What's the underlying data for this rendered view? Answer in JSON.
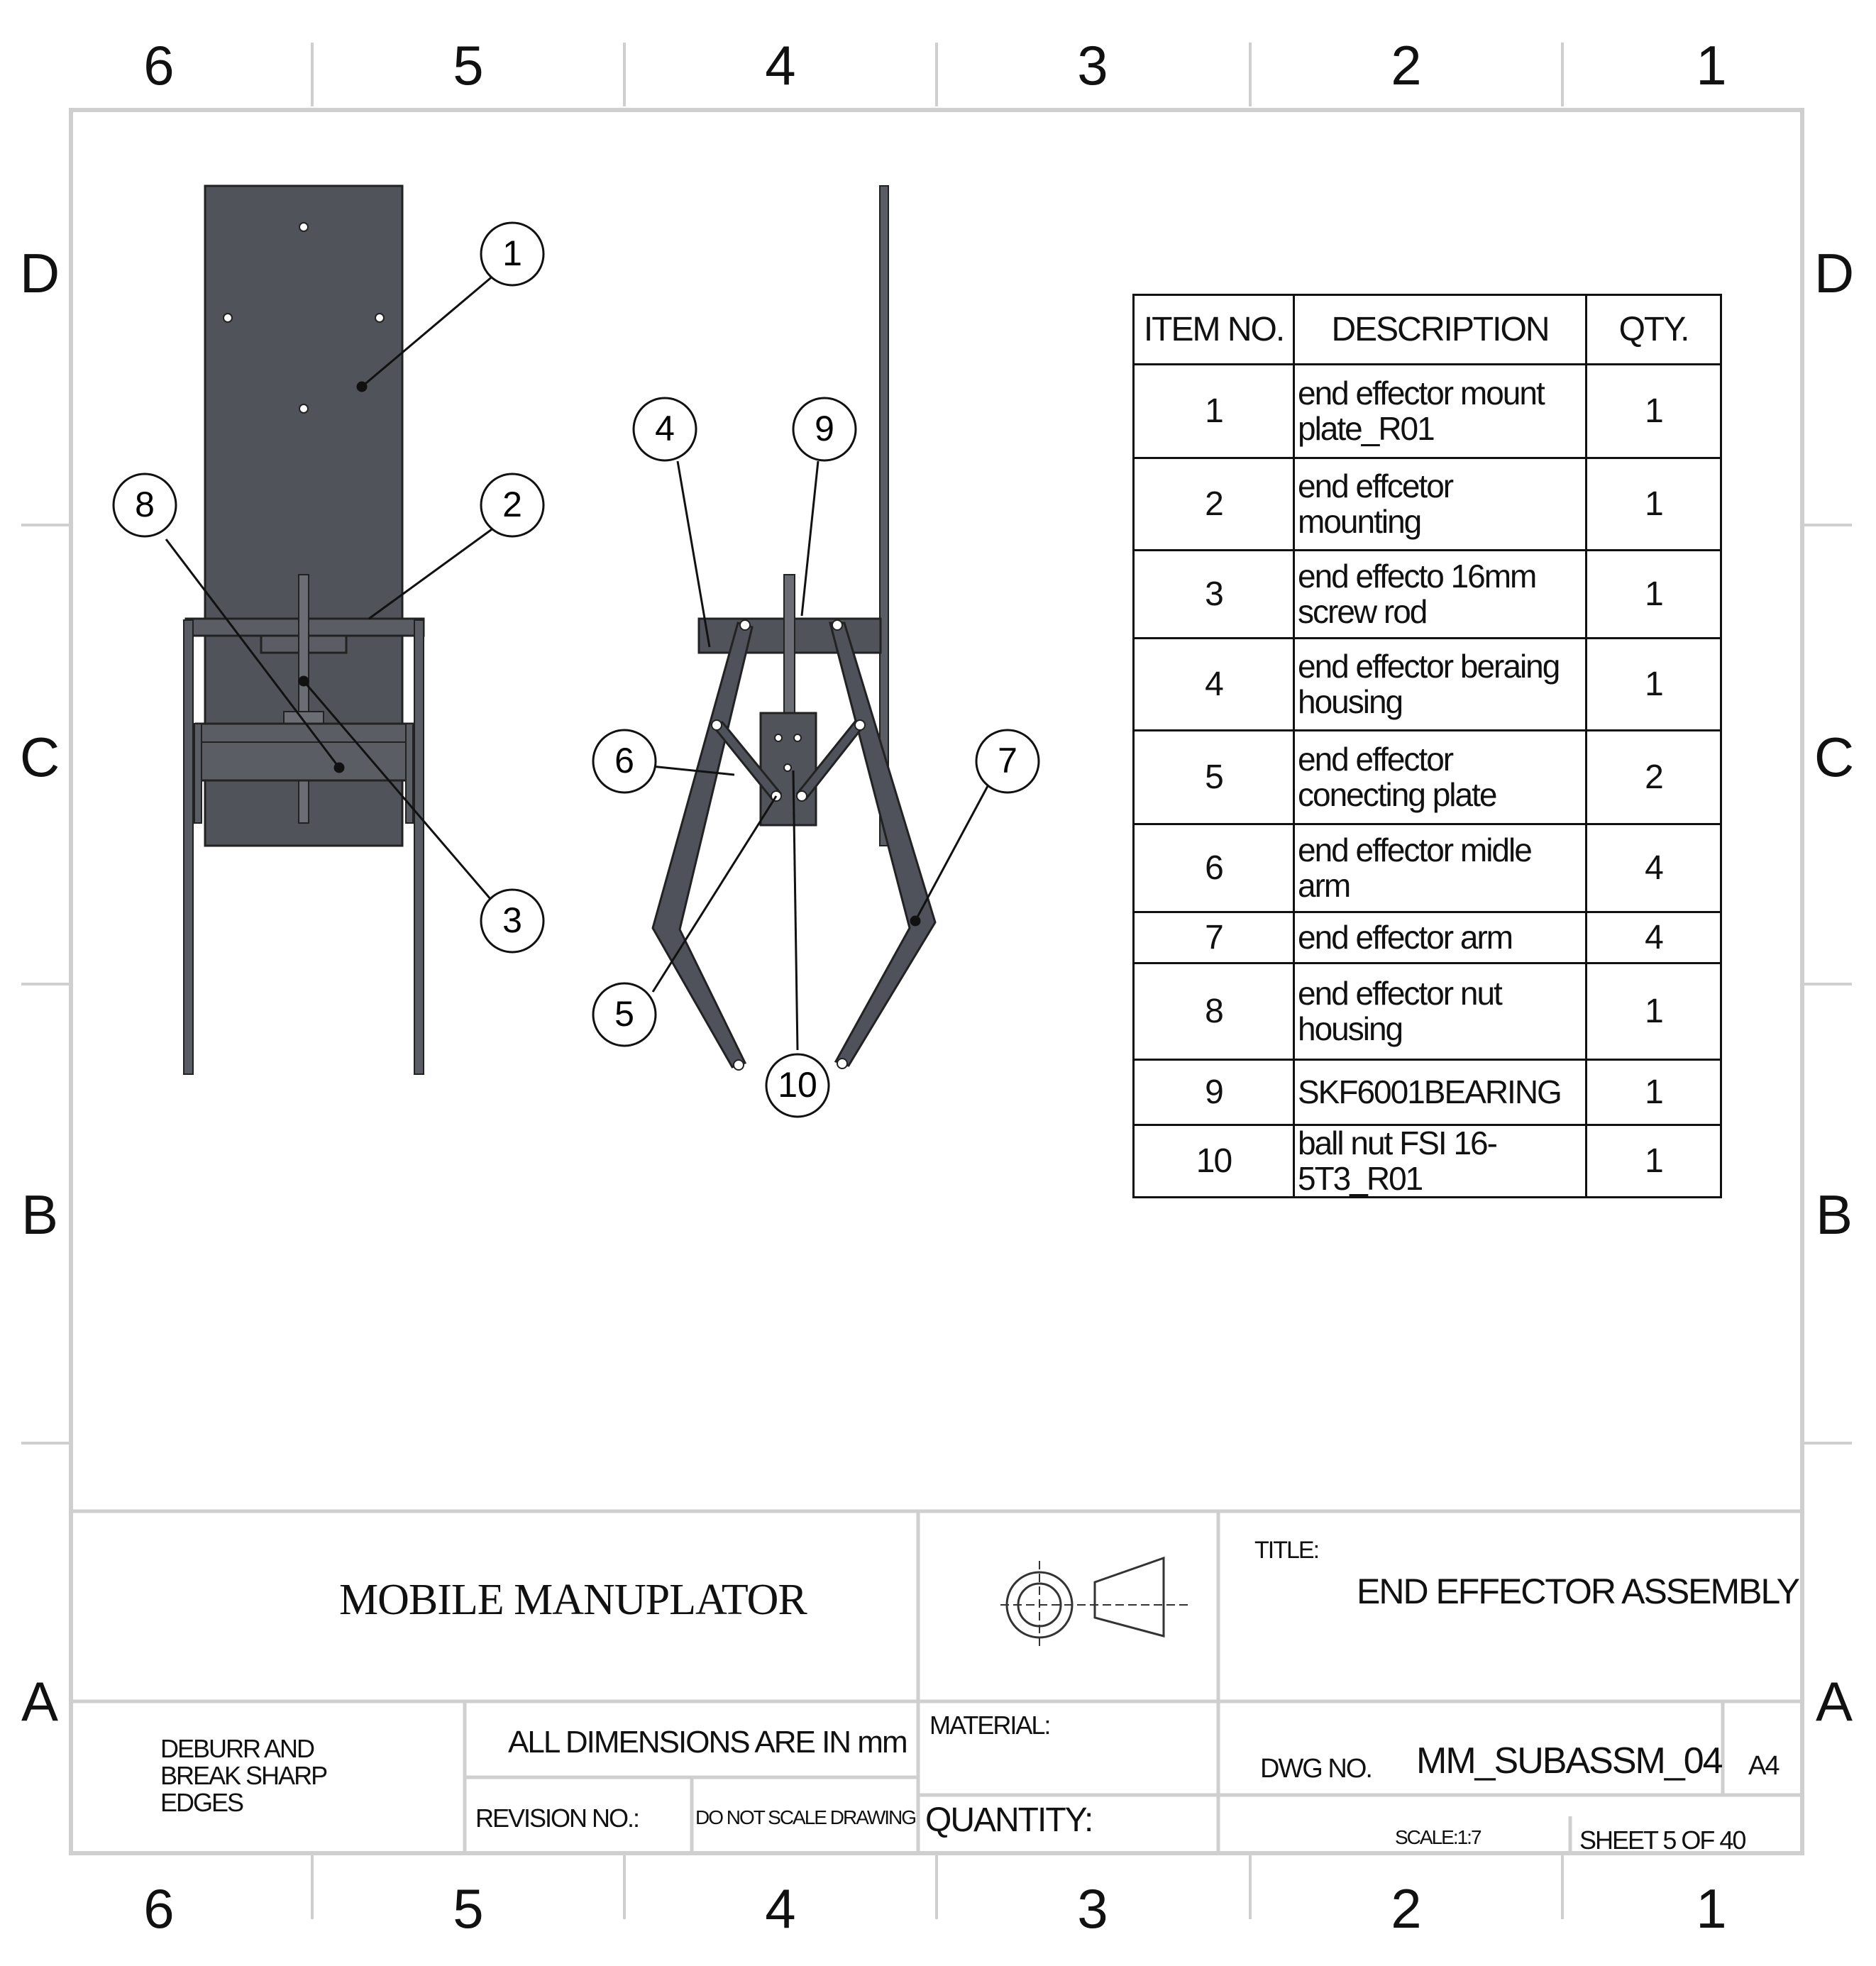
{
  "border_zones": {
    "columns": [
      "6",
      "5",
      "4",
      "3",
      "2",
      "1"
    ],
    "rows": [
      "D",
      "C",
      "B",
      "A"
    ]
  },
  "balloons": [
    "1",
    "2",
    "3",
    "4",
    "5",
    "6",
    "7",
    "8",
    "9",
    "10"
  ],
  "bom": {
    "headers": [
      "ITEM NO.",
      "DESCRIPTION",
      "QTY."
    ],
    "rows": [
      {
        "item": "1",
        "description": "end effector mount plate_R01",
        "qty": "1"
      },
      {
        "item": "2",
        "description": "end effcetor mounting",
        "qty": "1"
      },
      {
        "item": "3",
        "description": "end effecto 16mm screw rod",
        "qty": "1"
      },
      {
        "item": "4",
        "description": "end effector beraing housing",
        "qty": "1"
      },
      {
        "item": "5",
        "description": "end effector conecting plate",
        "qty": "2"
      },
      {
        "item": "6",
        "description": "end effector midle arm",
        "qty": "4"
      },
      {
        "item": "7",
        "description": "end effector arm",
        "qty": "4"
      },
      {
        "item": "8",
        "description": "end effector nut housing",
        "qty": "1"
      },
      {
        "item": "9",
        "description": "SKF6001BEARING",
        "qty": "1"
      },
      {
        "item": "10",
        "description": "ball nut FSI 16-5T3_R01",
        "qty": "1"
      }
    ]
  },
  "title_block": {
    "project": "MOBILE MANUPLATOR",
    "title_label": "TITLE:",
    "title": "END EFFECTOR ASSEMBLY",
    "deburr": "DEBURR AND BREAK SHARP EDGES",
    "dimensions_note": "ALL DIMENSIONS ARE IN mm",
    "revision_label": "REVISION NO.:",
    "do_not_scale": "DO NOT SCALE DRAWING",
    "material_label": "MATERIAL:",
    "quantity_label": "QUANTITY:",
    "dwg_no_label": "DWG NO.",
    "dwg_no": "MM_SUBASSM_04",
    "size": "A4",
    "scale": "SCALE:1:7",
    "sheet": "SHEET 5 OF 40"
  },
  "colors": {
    "line": "#111111",
    "part_fill": "#50535a",
    "part_fill_dark": "#3f4248",
    "frame": "#c8c8c8",
    "paper": "#ffffff"
  }
}
